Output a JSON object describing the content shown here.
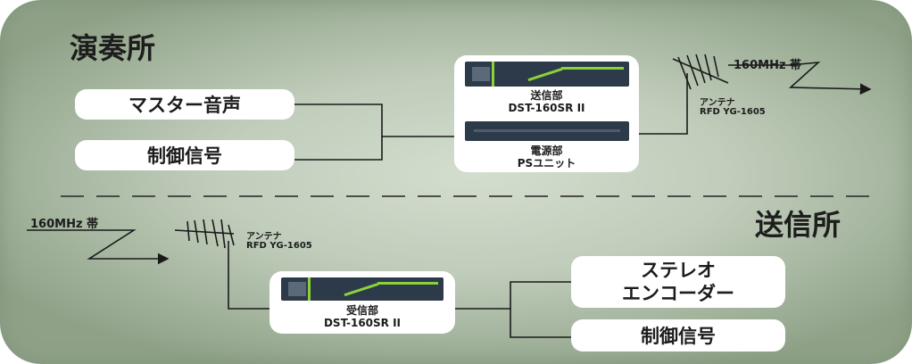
{
  "studio": {
    "title": "演奏所",
    "inputs": [
      "マスター音声",
      "制御信号"
    ],
    "transmitter_label": "送信部",
    "transmitter_model": "DST-160SR II",
    "power_label": "電源部",
    "power_model": "PSユニット",
    "antenna_label": "アンテナ",
    "antenna_model": "RFD YG-1605",
    "band_label": "160MHz 帯"
  },
  "site": {
    "title": "送信所",
    "band_label": "160MHz 帯",
    "antenna_label": "アンテナ",
    "antenna_model": "RFD YG-1605",
    "receiver_label": "受信部",
    "receiver_model": "DST-160SR II",
    "output_stereo_line1": "ステレオ",
    "output_stereo_line2": "エンコーダー",
    "output_control": "制御信号"
  },
  "colors": {
    "background": "#8fa288",
    "box": "#ffffff",
    "line": "#1a1a1a",
    "device_face": "#2c3a4a",
    "device_accent": "#8bd13a"
  }
}
